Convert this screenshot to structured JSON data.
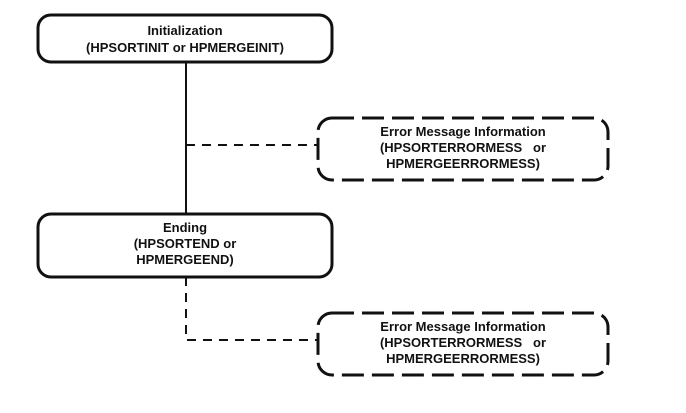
{
  "nodes": {
    "init": {
      "line1": "Initialization",
      "line2": "(HPSORTINIT or HPMERGEINIT)"
    },
    "error1": {
      "line1": "Error Message Information",
      "line2": "(HPSORTERRORMESS   or",
      "line3": "HPMERGEERRORMESS)"
    },
    "ending": {
      "line1": "Ending",
      "line2": "(HPSORTEND or",
      "line3": "HPMERGEEND)"
    },
    "error2": {
      "line1": "Error Message Information",
      "line2": "(HPSORTERRORMESS   or",
      "line3": "HPMERGEERRORMESS)"
    }
  },
  "colors": {
    "ink": "#111111",
    "background": "#ffffff"
  }
}
